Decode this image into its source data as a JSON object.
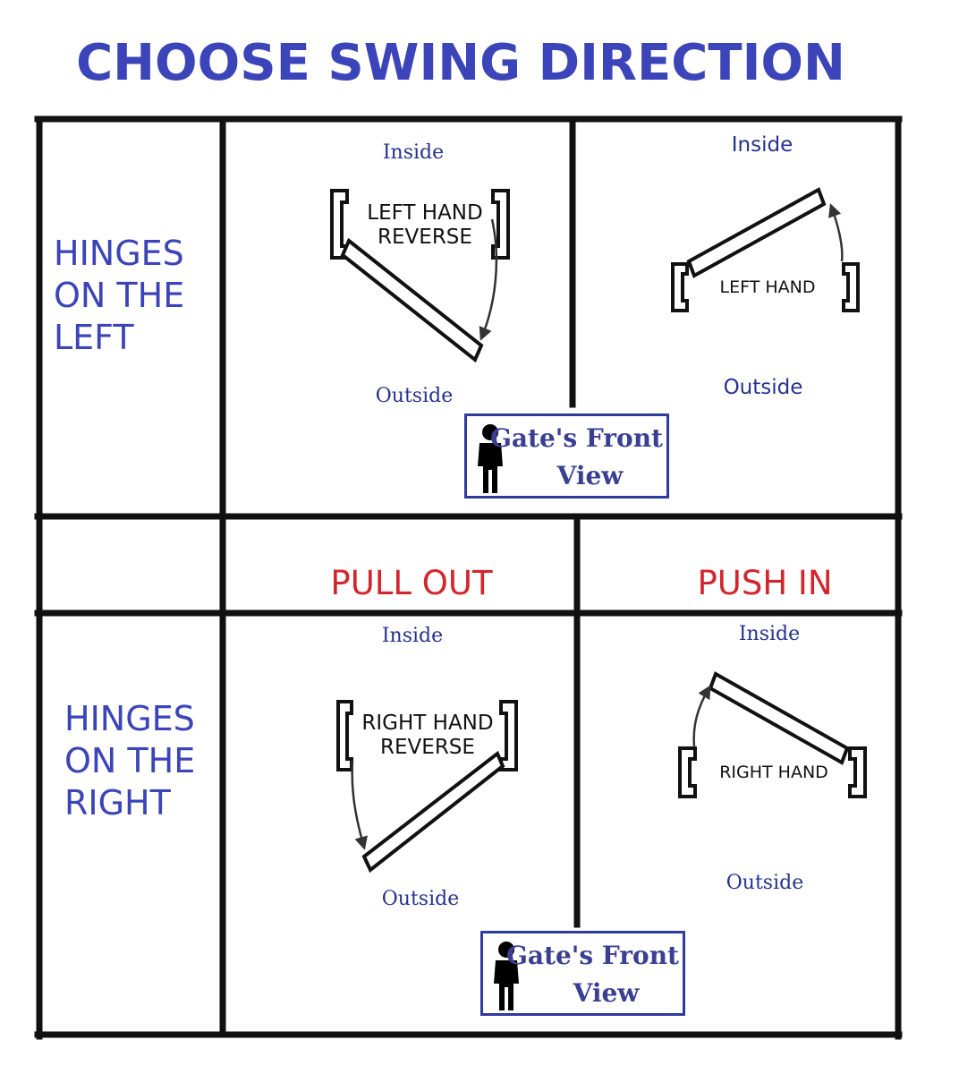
{
  "title": "CHOOSE SWING DIRECTION",
  "rows": {
    "left": {
      "label_lines": [
        "HINGES",
        "ON THE",
        "LEFT"
      ]
    },
    "right": {
      "label_lines": [
        "HINGES",
        "ON THE",
        "RIGHT"
      ]
    }
  },
  "columns": {
    "pull_out": "PULL OUT",
    "push_in": "PUSH IN"
  },
  "cells": {
    "left_hand_reverse": {
      "inside": "Inside",
      "outside": "Outside",
      "name_lines": [
        "LEFT HAND",
        "REVERSE"
      ]
    },
    "left_hand": {
      "inside": "Inside",
      "outside": "Outside",
      "name": "LEFT HAND"
    },
    "right_hand_reverse": {
      "inside": "Inside",
      "outside": "Outside",
      "name_lines": [
        "RIGHT HAND",
        "REVERSE"
      ]
    },
    "right_hand": {
      "inside": "Inside",
      "outside": "Outside",
      "name": "RIGHT HAND"
    }
  },
  "front_view": {
    "lines": [
      "Gate's Front",
      "View"
    ]
  },
  "colors": {
    "title_blue": "#3b44b8",
    "label_red": "#d3252c",
    "grid_black": "#111111",
    "box_border": "#2e3a9c"
  },
  "icons": [
    "person-icon",
    "door-post-icon",
    "swing-arrow-icon"
  ]
}
